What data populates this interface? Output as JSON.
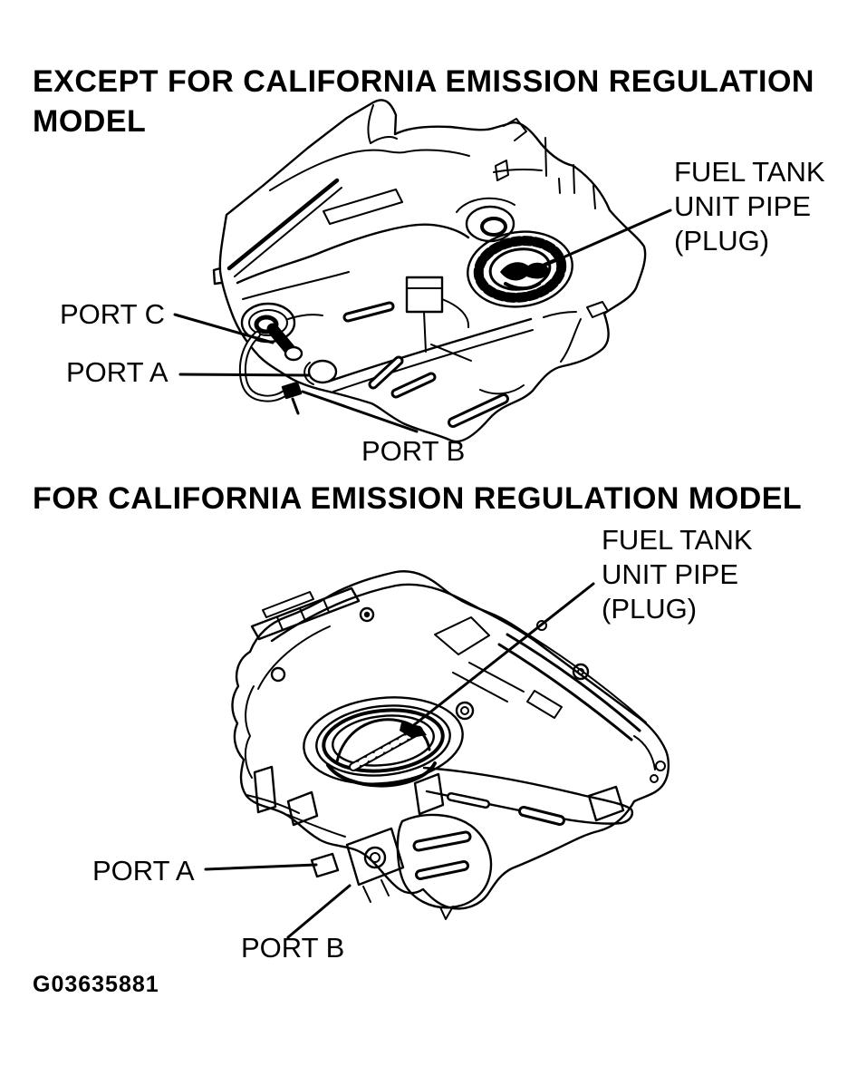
{
  "page": {
    "background_color": "#ffffff",
    "ink_color": "#000000"
  },
  "figure_top": {
    "title_line1": "EXCEPT FOR CALIFORNIA EMISSION REGULATION",
    "title_line2": "MODEL",
    "labels": {
      "fuel_tank_unit_pipe_line1": "FUEL TANK",
      "fuel_tank_unit_pipe_line2": "UNIT PIPE",
      "fuel_tank_unit_pipe_line3": "(PLUG)",
      "port_c": "PORT C",
      "port_a": "PORT A",
      "port_b": "PORT B"
    }
  },
  "figure_bottom": {
    "title": "FOR CALIFORNIA EMISSION REGULATION MODEL",
    "labels": {
      "fuel_tank_unit_pipe_line1": "FUEL TANK",
      "fuel_tank_unit_pipe_line2": "UNIT PIPE",
      "fuel_tank_unit_pipe_line3": "(PLUG)",
      "port_a": "PORT A",
      "port_b": "PORT B"
    }
  },
  "figure_code": "G03635881"
}
